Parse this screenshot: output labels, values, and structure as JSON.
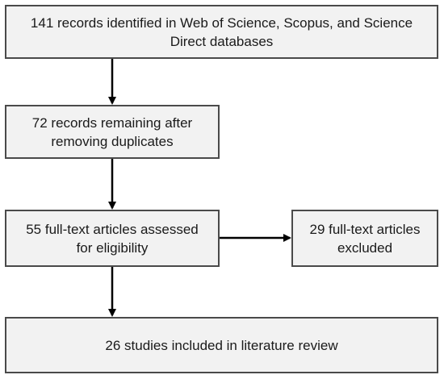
{
  "flowchart": {
    "step1": {
      "line1": "141 records identified in Web of Science, Scopus, and Science",
      "line2": "Direct databases"
    },
    "step2": {
      "line1": "72 records remaining after",
      "line2": "removing duplicates"
    },
    "step3": {
      "line1": "55 full-text articles assessed",
      "line2": "for eligibility"
    },
    "excluded": {
      "line1": "29 full-text articles",
      "line2": "excluded"
    },
    "step4": {
      "line1": "26 studies included in literature review"
    }
  },
  "colors": {
    "box_fill": "#f2f2f2",
    "box_border": "#4a4a4a",
    "arrow": "#000000"
  }
}
